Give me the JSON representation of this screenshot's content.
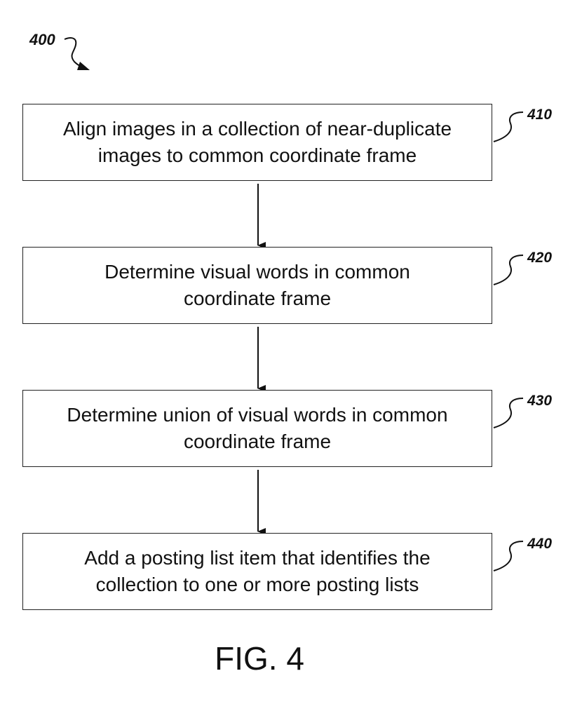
{
  "diagram": {
    "reference": "400",
    "caption": "FIG. 4",
    "steps": [
      {
        "ref": "410",
        "text": "Align images in a collection of near-duplicate\nimages to common coordinate frame"
      },
      {
        "ref": "420",
        "text": "Determine visual words in common\ncoordinate frame"
      },
      {
        "ref": "430",
        "text": "Determine union of visual words in common\ncoordinate frame"
      },
      {
        "ref": "440",
        "text": "Add a posting list item that identifies the\ncollection to one or more posting lists"
      }
    ]
  }
}
